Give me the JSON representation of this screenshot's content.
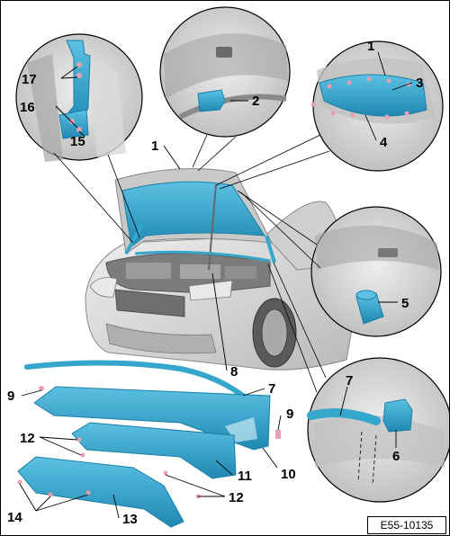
{
  "colors": {
    "part_blue": "#35a6cc",
    "part_blue_dark": "#1b7fa6",
    "car_gray": "#d6d6d6",
    "car_gray_dark": "#9a9a9a",
    "clip_pink": "#e8a0b4"
  },
  "callouts": [
    "1",
    "1",
    "2",
    "3",
    "4",
    "5",
    "6",
    "7",
    "7",
    "8",
    "9",
    "9",
    "10",
    "11",
    "12",
    "12",
    "13",
    "14",
    "15",
    "16",
    "17"
  ],
  "figure_reference": "E55-10135"
}
